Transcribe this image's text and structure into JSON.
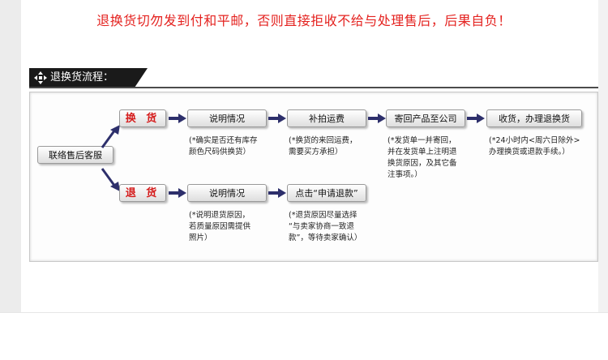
{
  "top_note": "退换货切勿发到付和平邮，否则直接拒收不给与处理售后，后果自负！",
  "section": {
    "title": "退换货流程："
  },
  "flow": {
    "start": "联络售后客服",
    "exchange_label": "换 货",
    "return_label": "退 货",
    "exchange_steps": [
      {
        "label": "说明情况",
        "note": [
          "(*确实是否还有库存",
          "颜色尺码供换货）"
        ]
      },
      {
        "label": "补拍运费",
        "note": [
          "(*换货的来回运费，",
          "需要买方承担）"
        ]
      },
      {
        "label": "寄回产品至公司",
        "note": [
          "(*发货单一并寄回，",
          "并在发货单上注明退",
          "换货原因，及其它备",
          "注事项。）"
        ]
      },
      {
        "label": "收货，办理退换货",
        "note": [
          "(*24小时内<周六日除外>",
          "办理换货或退款手续。）"
        ]
      }
    ],
    "return_steps": [
      {
        "label": "说明情况",
        "note": [
          "(*说明退货原因，",
          "若质量原因需提供",
          "照片）"
        ]
      },
      {
        "label": "点击“申请退款”",
        "note": [
          "(*退货原因尽量选择",
          "“与卖家协商一致退",
          "款”，等待卖家确认）"
        ]
      }
    ]
  },
  "colors": {
    "accent_red": "#e4221f",
    "arrow_navy": "#2d2f6b",
    "tab_black": "#1a1a1a"
  }
}
